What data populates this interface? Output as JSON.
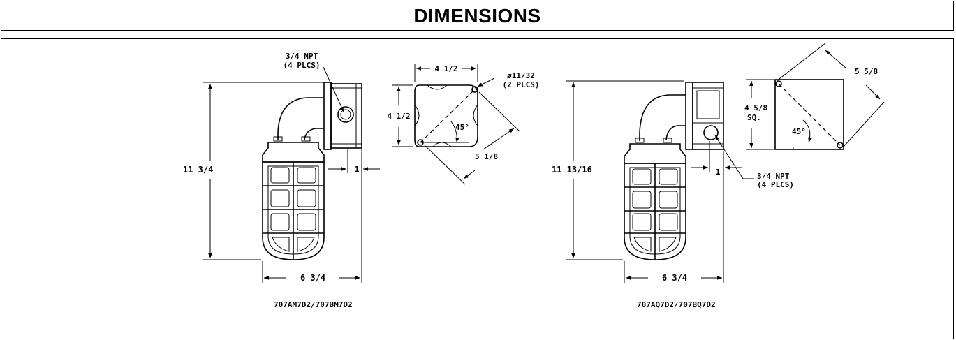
{
  "header": {
    "title": "DIMENSIONS"
  },
  "left_drawing": {
    "model": "707AM7D2/707BM7D2",
    "height": "11 3/4",
    "width": "6 3/4",
    "offset": "1",
    "conduit_line1": "3/4 NPT",
    "conduit_line2": "(4 PLCS)",
    "box_width": "4 1/2",
    "box_height": "4 1/2",
    "hole_line1": "ø11/32",
    "hole_line2": "(2 PLCS)",
    "diagonal": "5 1/8",
    "angle": "45°"
  },
  "right_drawing": {
    "model": "707AQ7D2/707BQ7D2",
    "height": "11 13/16",
    "width": "6 3/4",
    "offset": "1",
    "conduit_line1": "3/4 NPT",
    "conduit_line2": "(4 PLCS)",
    "box_size_line1": "4 5/8",
    "box_size_line2": "SQ.",
    "diagonal": "5 5/8",
    "angle": "45°"
  }
}
